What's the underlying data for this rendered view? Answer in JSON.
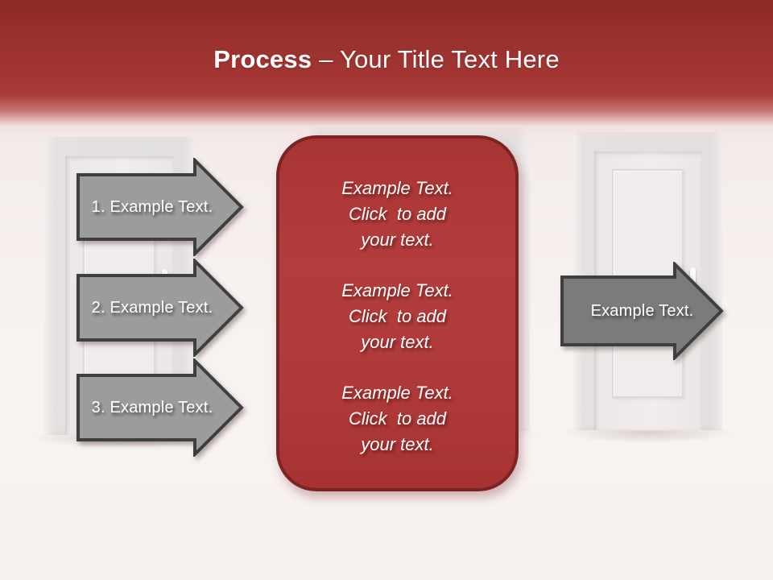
{
  "title": {
    "bold": "Process",
    "rest": "– Your Title Text Here"
  },
  "arrows": {
    "left": [
      {
        "label": "1. Example Text."
      },
      {
        "label": "2. Example Text."
      },
      {
        "label": "3. Example Text."
      }
    ],
    "right": {
      "label": "Example Text."
    }
  },
  "panel": {
    "paragraphs": [
      "Example Text.\nClick  to add\nyour text.",
      "Example Text.\nClick  to add\nyour text.",
      "Example Text.\nClick  to add\nyour text."
    ]
  },
  "colors": {
    "header_gradient_top": "#8C2826",
    "header_red": "#A43633",
    "background": "#F7F1F0",
    "panel_fill": "#B03A3A",
    "panel_border": "#7C2425",
    "arrow_fill_left": "#9C9C9C",
    "arrow_fill_right": "#7B7B7B",
    "arrow_outline": "#3F3F3F",
    "text_white": "#FFFFFF",
    "door_face": "#EFECEB"
  }
}
